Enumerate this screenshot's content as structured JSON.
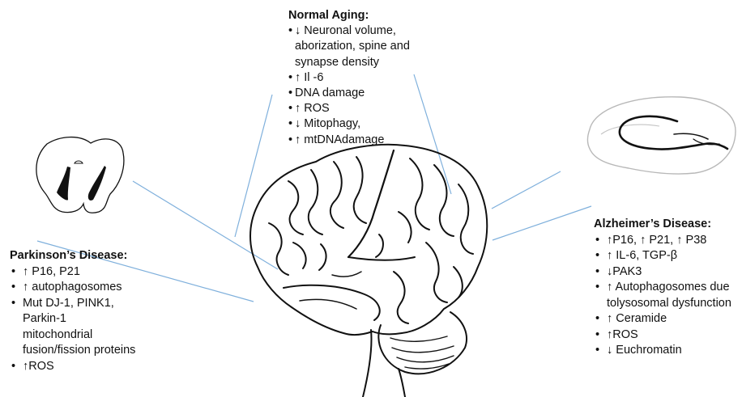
{
  "normal_aging": {
    "title": "Normal Aging:",
    "items": [
      "↓ Neuronal volume, aborization, spine and synapse density",
      "↑ Il -6",
      "DNA damage",
      "↑ ROS",
      "↓ Mitophagy,",
      "↑ mtDNAdamage"
    ]
  },
  "parkinsons": {
    "title": "Parkinson’s Disease:",
    "items": [
      "↑ P16, P21",
      "↑ autophagosomes",
      "Mut DJ-1, PINK1, Parkin-1 mitochondrial fusion/fission proteins",
      "↑ROS"
    ]
  },
  "alzheimers": {
    "title": "Alzheimer’s Disease:",
    "items": [
      "↑P16, ↑ P21, ↑ P38",
      "↑ IL-6, TGP-β",
      "↓PAK3",
      "↑ Autophagosomes due tolysosomal dysfunction",
      "↑ Ceramide",
      "↑ROS",
      "↓ Euchromatin"
    ]
  },
  "colors": {
    "connector": "#7fb0dc",
    "outline": "#111111"
  },
  "icons": [
    "midbrain-substantia-nigra-icon",
    "hippocampus-icon",
    "brain-illustration"
  ]
}
